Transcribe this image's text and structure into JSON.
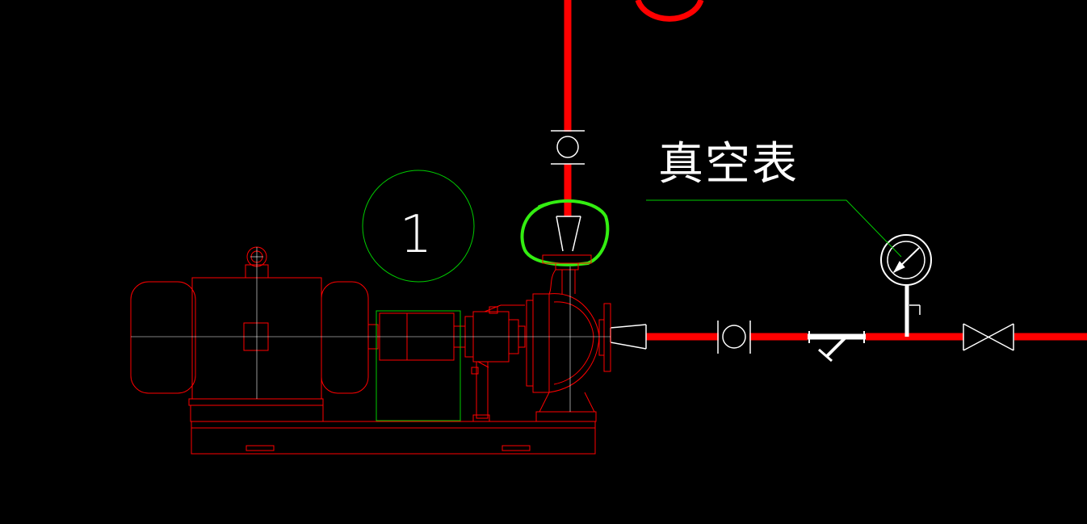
{
  "labels": {
    "vacuum_gauge": "真空表",
    "pump_number": "1"
  },
  "colors": {
    "background": "#000000",
    "pipe": "#ff0000",
    "equipment_outline": "#ff0000",
    "annotation": "#00cc00",
    "highlight_mark": "#33ee11",
    "fittings": "#ffffff",
    "text": "#ffffff"
  },
  "symbols": [
    "centrifugal-pump",
    "electric-motor",
    "coupling-guard",
    "vacuum-gauge",
    "flexible-joint",
    "y-strainer",
    "gate-valve",
    "eccentric-reducer"
  ]
}
